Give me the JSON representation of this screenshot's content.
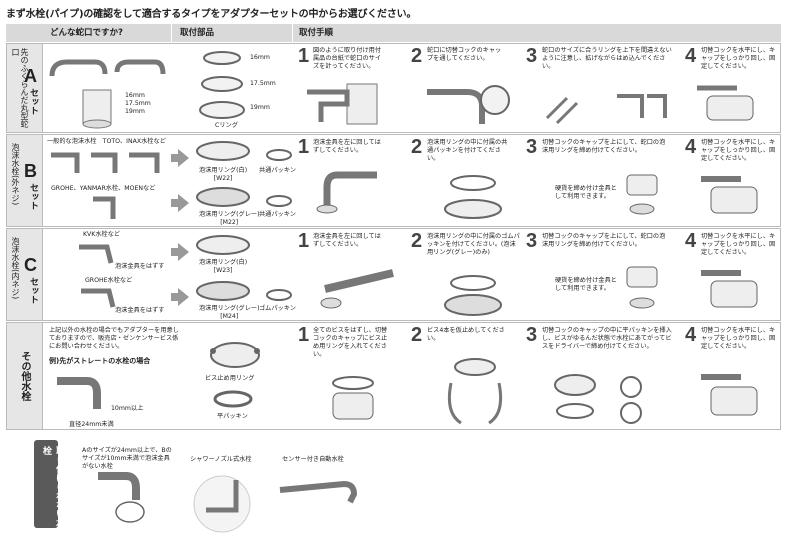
{
  "headline": "まず水栓(パイプ)の確認をして適合するタイプをアダプターセットの中からお選びください。",
  "headers": {
    "faucet": "どんな蛇口ですか?",
    "parts": "取付部品",
    "steps": "取付手順"
  },
  "sections": {
    "a": {
      "letter": "A",
      "set": "セット",
      "side_label": "先のふくらんだ丸型蛇口",
      "sizes": [
        "16mm",
        "17.5mm",
        "19mm"
      ],
      "parts": {
        "sizes": [
          "16mm",
          "17.5mm",
          "19mm"
        ],
        "ring": "Cリング"
      },
      "steps": [
        {
          "n": "1",
          "text": "図のように取り付け用付属品の台紙で蛇口のサイズを計ってください。"
        },
        {
          "n": "2",
          "text": "蛇口に切替コックのキャップを通してください。"
        },
        {
          "n": "3",
          "text": "蛇口のサイズに合うリングを上下を間違えないように注意し、拡げながらはめ込んでください。"
        },
        {
          "n": "4",
          "text": "切替コックを水平にし、キャップをしっかり回し、固定してください。"
        }
      ]
    },
    "b": {
      "letter": "B",
      "set": "セット",
      "side_label": "泡沫水栓(外ネジ)",
      "label_top": "一般的な泡沫水栓　TOTO、INAX水栓など",
      "label_bottom": "GROHE、YANMAR水栓、MOENなど",
      "parts": {
        "top": "泡沫用リング(白)\n[W22]",
        "top_pack": "共通パッキン",
        "bottom": "泡沫用リング(グレー)\n[M22]",
        "bottom_pack": "共通パッキン"
      },
      "steps": [
        {
          "n": "1",
          "text": "泡沫金具を左に回してはずしてください。"
        },
        {
          "n": "2",
          "text": "泡沫用リングの中に付属の共通パッキンを付けてください。"
        },
        {
          "n": "3",
          "text": "切替コックのキャップを上にして、蛇口の泡沫用リングを締め付けてください。"
        },
        {
          "n": "4",
          "text": "切替コックを水平にし、キャップをしっかり回し、固定してください。"
        }
      ],
      "note": "硬貨を締め付け金具として利用できます。"
    },
    "c": {
      "letter": "C",
      "set": "セット",
      "side_label": "泡沫水栓(内ネジ)",
      "label_top": "KVK水栓など",
      "label_top_note": "泡沫金具をはずす",
      "label_bottom": "GROHE水栓など",
      "label_bottom_note": "泡沫金具をはずす",
      "parts": {
        "top": "泡沫用リング(白)\n[W23]",
        "bottom": "泡沫用リング(グレー)\n[M24]",
        "bottom_pack": "ゴムパッキン"
      },
      "steps": [
        {
          "n": "1",
          "text": "泡沫金具を左に回してはずしてください。"
        },
        {
          "n": "2",
          "text": "泡沫用リングの中に付属のゴムパッキンを付けてください。(泡沫用リング(グレー)のみ)"
        },
        {
          "n": "3",
          "text": "切替コックのキャップを上にして、蛇口の泡沫用リングを締め付けてください。"
        },
        {
          "n": "4",
          "text": "切替コックを水平にし、キャップをしっかり回し、固定してください。"
        }
      ],
      "note": "硬貨を締め付け金具として利用できます。"
    },
    "other": {
      "side_label": "その他水栓",
      "desc": "上記以外の水栓の場合でもアダプターを用意しておりますので、販売店・ゼンケンサービス係にお問い合わせください。",
      "example": "例)先がストレートの水栓の場合",
      "dim1": "10mm以上",
      "dim2": "直径24mm未満",
      "parts": {
        "ring": "ビス止め用リング",
        "pack": "平パッキン"
      },
      "steps": [
        {
          "n": "1",
          "text": "全てのビスをはずし、切替コックのキャップにビス止め用リングを入れてください。"
        },
        {
          "n": "2",
          "text": "ビス4本を仮止めしてください。"
        },
        {
          "n": "3",
          "text": "切替コックのキャップの中に平パッキンを挿入し、ビスがゆるんだ状態で水栓にあてがってビスをドライバーで締め付けてください。"
        },
        {
          "n": "4",
          "text": "切替コックを水平にし、キャップをしっかり回し、固定してください。"
        }
      ]
    }
  },
  "not_attachable": {
    "label": "取り付けられない水栓",
    "items": [
      {
        "text": "Aのサイズが24mm以上で、Bのサイズが10mm未満で泡沫金具がない水栓"
      },
      {
        "text": "シャワーノズル式水栓"
      },
      {
        "text": "センサー付き自動水栓"
      }
    ]
  }
}
